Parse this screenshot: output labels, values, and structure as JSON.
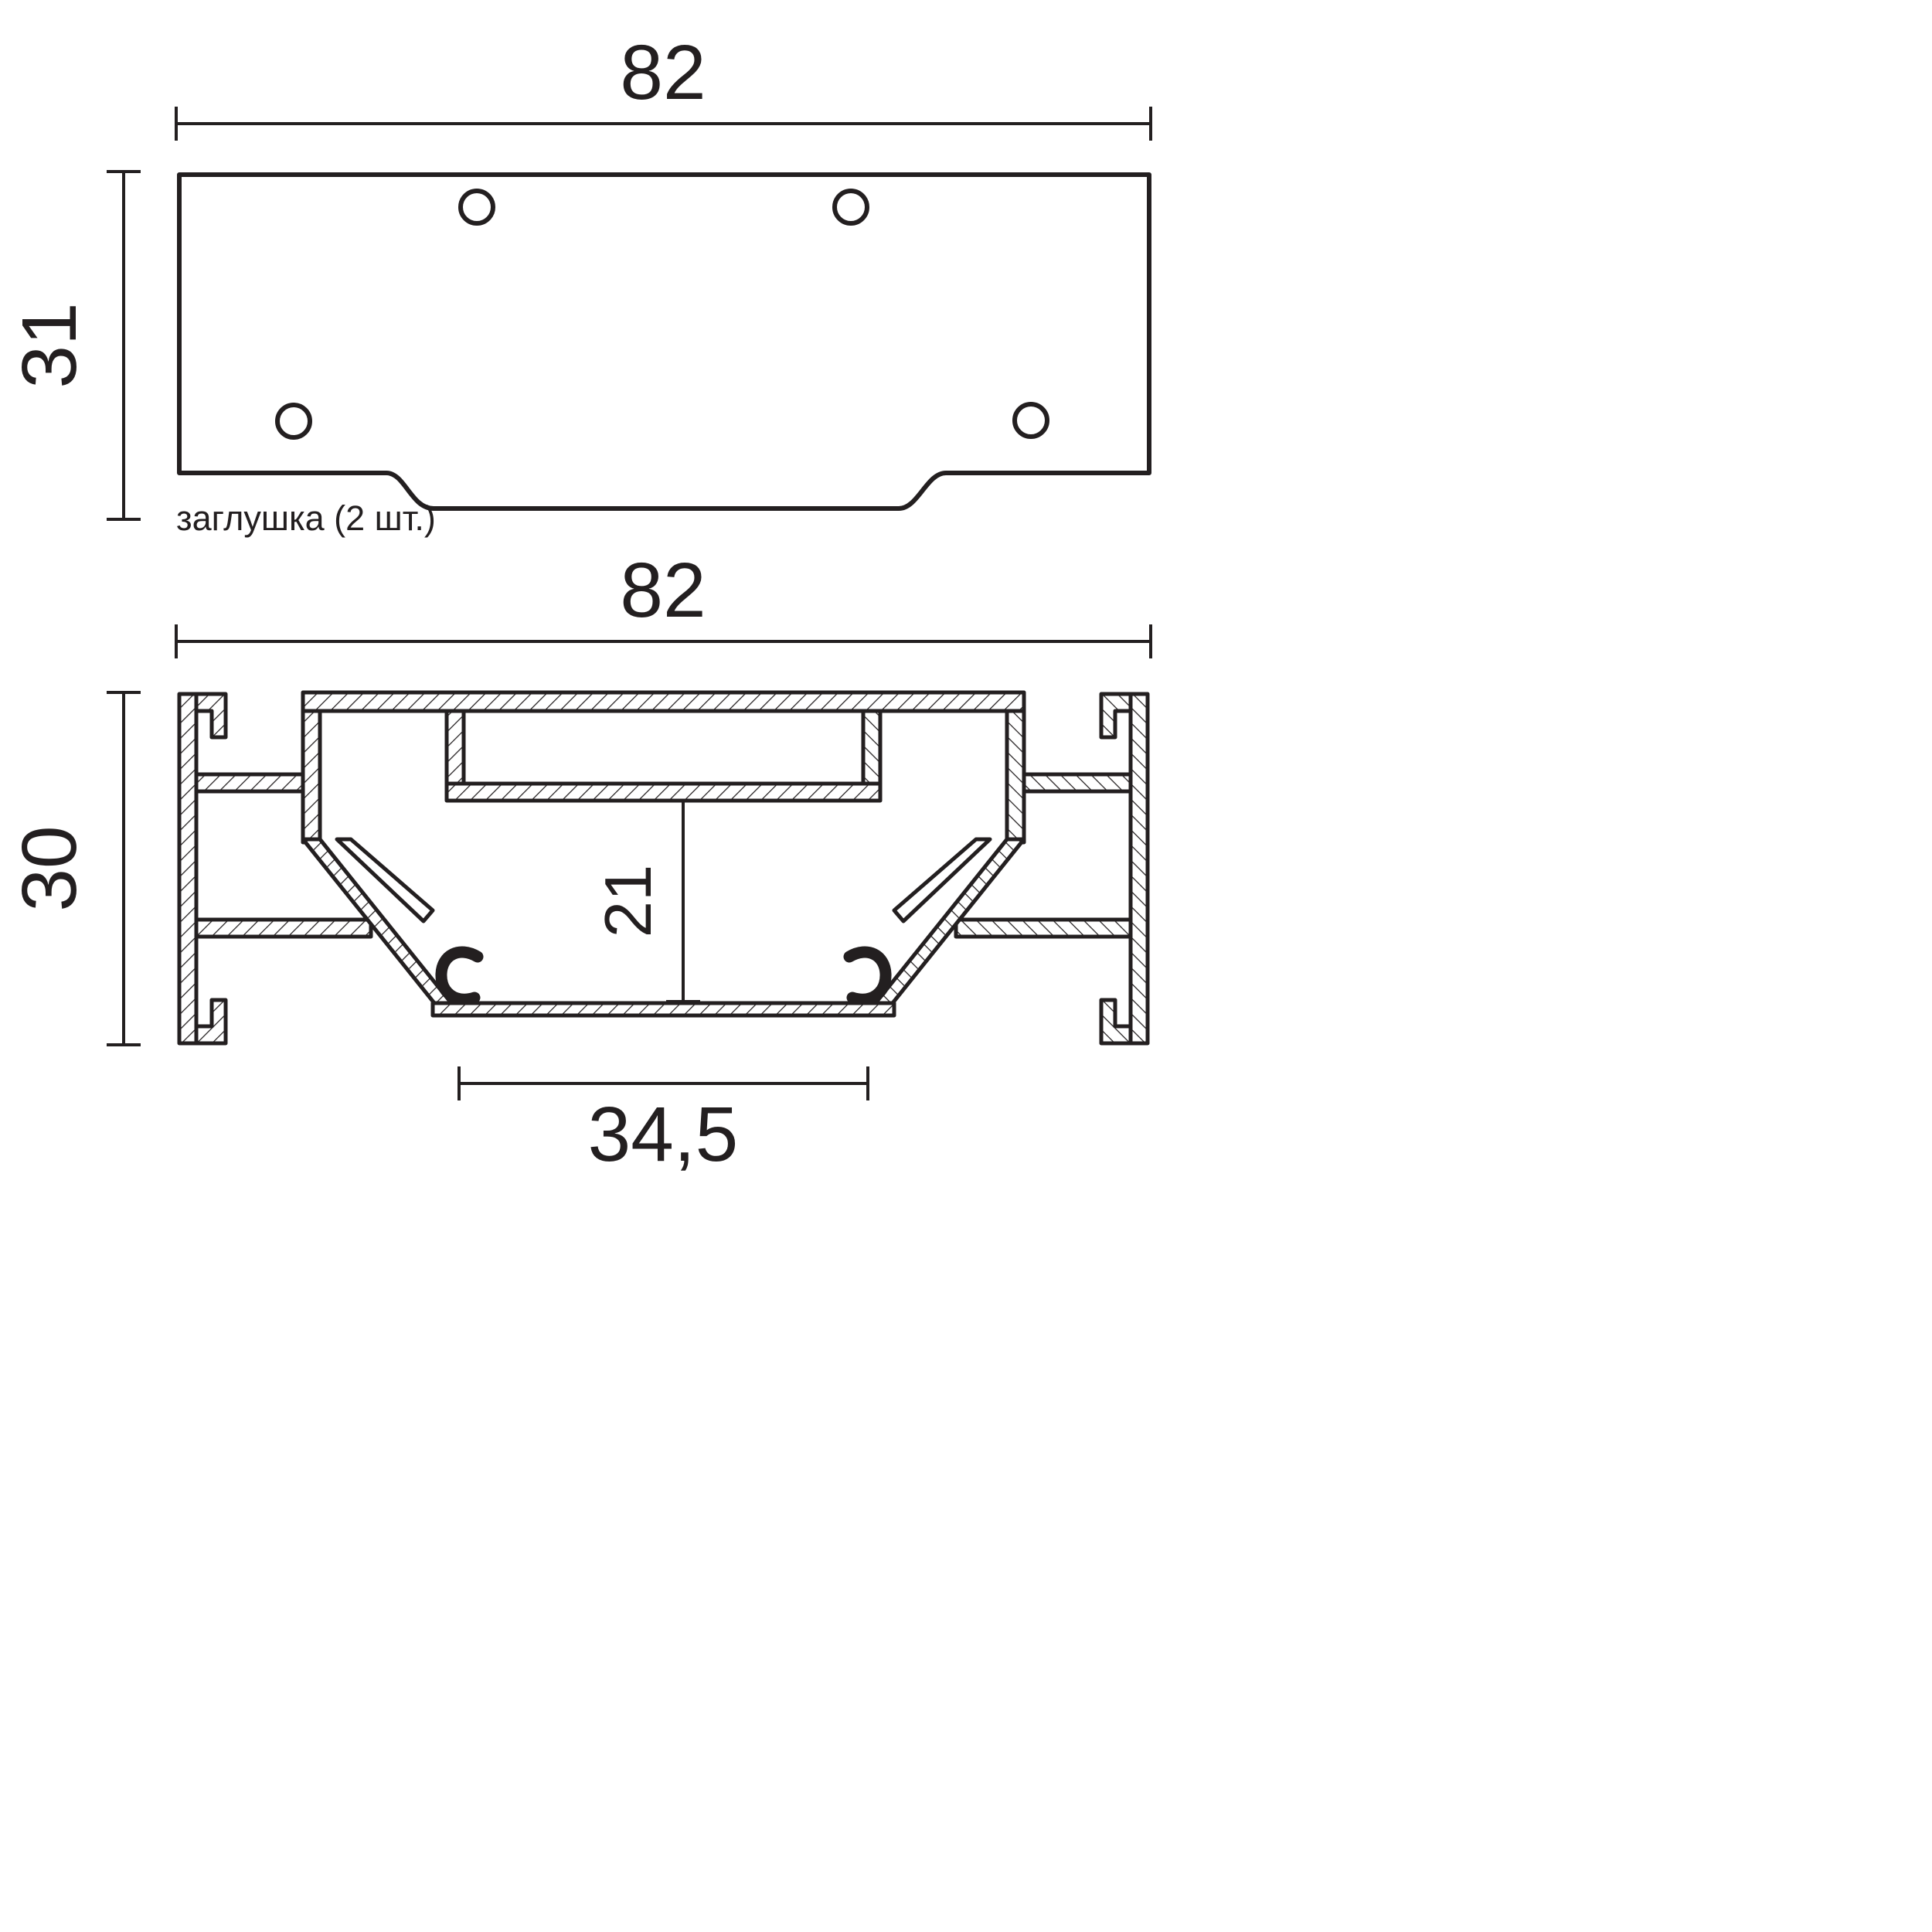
{
  "drawing": {
    "background": "#ffffff",
    "line_color": "#231f20",
    "end_cap_view": {
      "width_dim": "82",
      "height_dim": "31",
      "caption": "заглушка (2 шт.)",
      "hole_count": 4
    },
    "profile_view": {
      "width_dim": "82",
      "height_dim": "30",
      "inner_height_dim": "21",
      "opening_width_dim": "34,5"
    }
  }
}
